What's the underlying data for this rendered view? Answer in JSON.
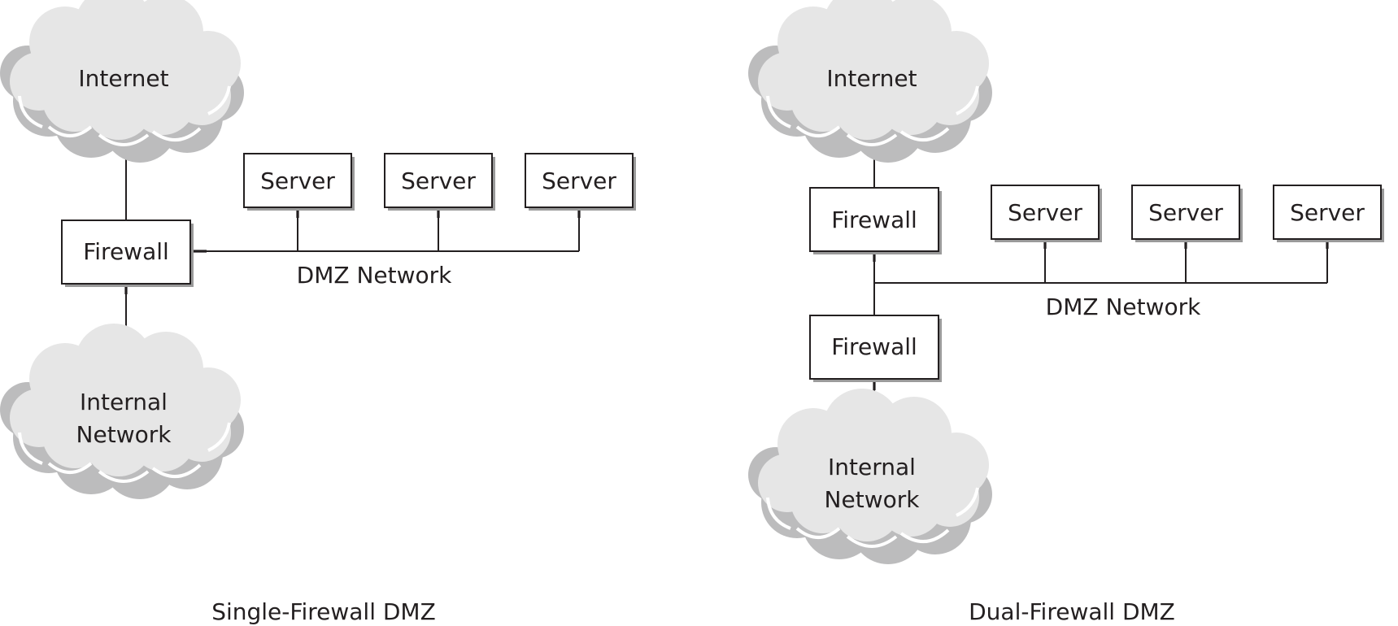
{
  "single": {
    "caption": "Single-Firewall DMZ",
    "internet": "Internet",
    "firewall": "Firewall",
    "internal_line1": "Internal",
    "internal_line2": "Network",
    "servers": [
      "Server",
      "Server",
      "Server"
    ],
    "dmz_label": "DMZ Network"
  },
  "dual": {
    "caption": "Dual-Firewall DMZ",
    "internet": "Internet",
    "firewall_outer": "Firewall",
    "firewall_inner": "Firewall",
    "internal_line1": "Internal",
    "internal_line2": "Network",
    "servers": [
      "Server",
      "Server",
      "Server"
    ],
    "dmz_label": "DMZ Network"
  },
  "colors": {
    "ink": "#231f20",
    "cloud_light": "#e6e6e6",
    "cloud_shadow": "#bcbcbd"
  }
}
